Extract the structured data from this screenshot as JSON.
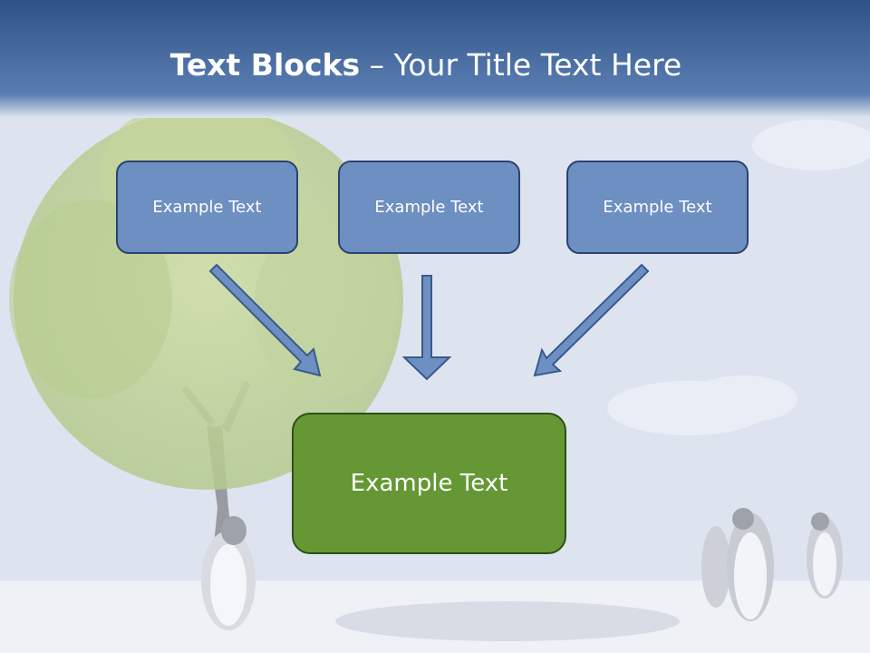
{
  "title": {
    "bold_part": "Text Blocks",
    "separator": " – ",
    "rest": "Your Title Text Here"
  },
  "diagram": {
    "top_boxes": [
      {
        "label": "Example Text"
      },
      {
        "label": "Example Text"
      },
      {
        "label": "Example Text"
      }
    ],
    "main_box": {
      "label": "Example Text"
    }
  },
  "colors": {
    "header_band": "#4f73a6",
    "top_box_fill": "#6d8fc1",
    "top_box_border": "#2c4370",
    "main_box_fill": "#659834",
    "main_box_border": "#2f4f18",
    "arrow_fill": "#6d8fc1",
    "arrow_stroke": "#3a5a8c",
    "sky": "#dfe6f1",
    "snow": "#f1f3f7",
    "tree_foliage": "#bcd48e"
  }
}
